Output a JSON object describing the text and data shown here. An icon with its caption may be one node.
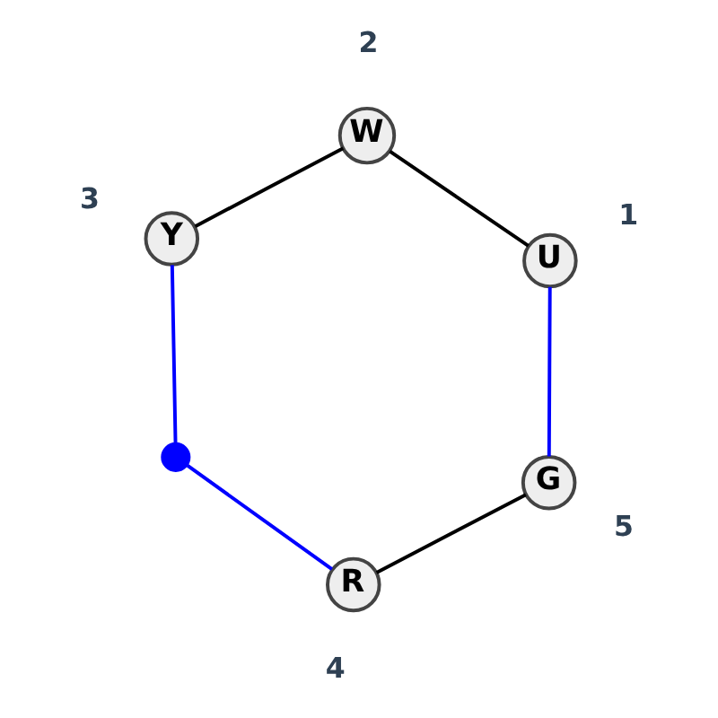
{
  "diagram": {
    "nodes": [
      {
        "text": [
          "U"
        ],
        "beside": [
          "1"
        ]
      },
      {
        "text": [
          "W"
        ],
        "beside": [
          "2"
        ]
      },
      {
        "text": [
          "Y"
        ],
        "beside": [
          "3"
        ]
      },
      {
        "text": [],
        "shape": "circle"
      },
      {
        "text": [
          "R"
        ],
        "beside": [
          "4"
        ]
      },
      {
        "text": [
          "G"
        ],
        "beside": [
          "5"
        ]
      }
    ],
    "edges": [
      {
        "from": 0,
        "to": 1,
        "arrow": "none"
      },
      {
        "from": 1,
        "to": 2,
        "arrow": "none"
      },
      {
        "from": 2,
        "to": 3,
        "arrow": "none",
        "color": "#0000ff"
      },
      {
        "from": 3,
        "to": 4,
        "arrow": "none",
        "color": "#0000ff"
      },
      {
        "from": 4,
        "to": 5,
        "arrow": "none"
      },
      {
        "from": 5,
        "to": 0,
        "arrow": "none",
        "color": "#0000ff"
      }
    ]
  }
}
